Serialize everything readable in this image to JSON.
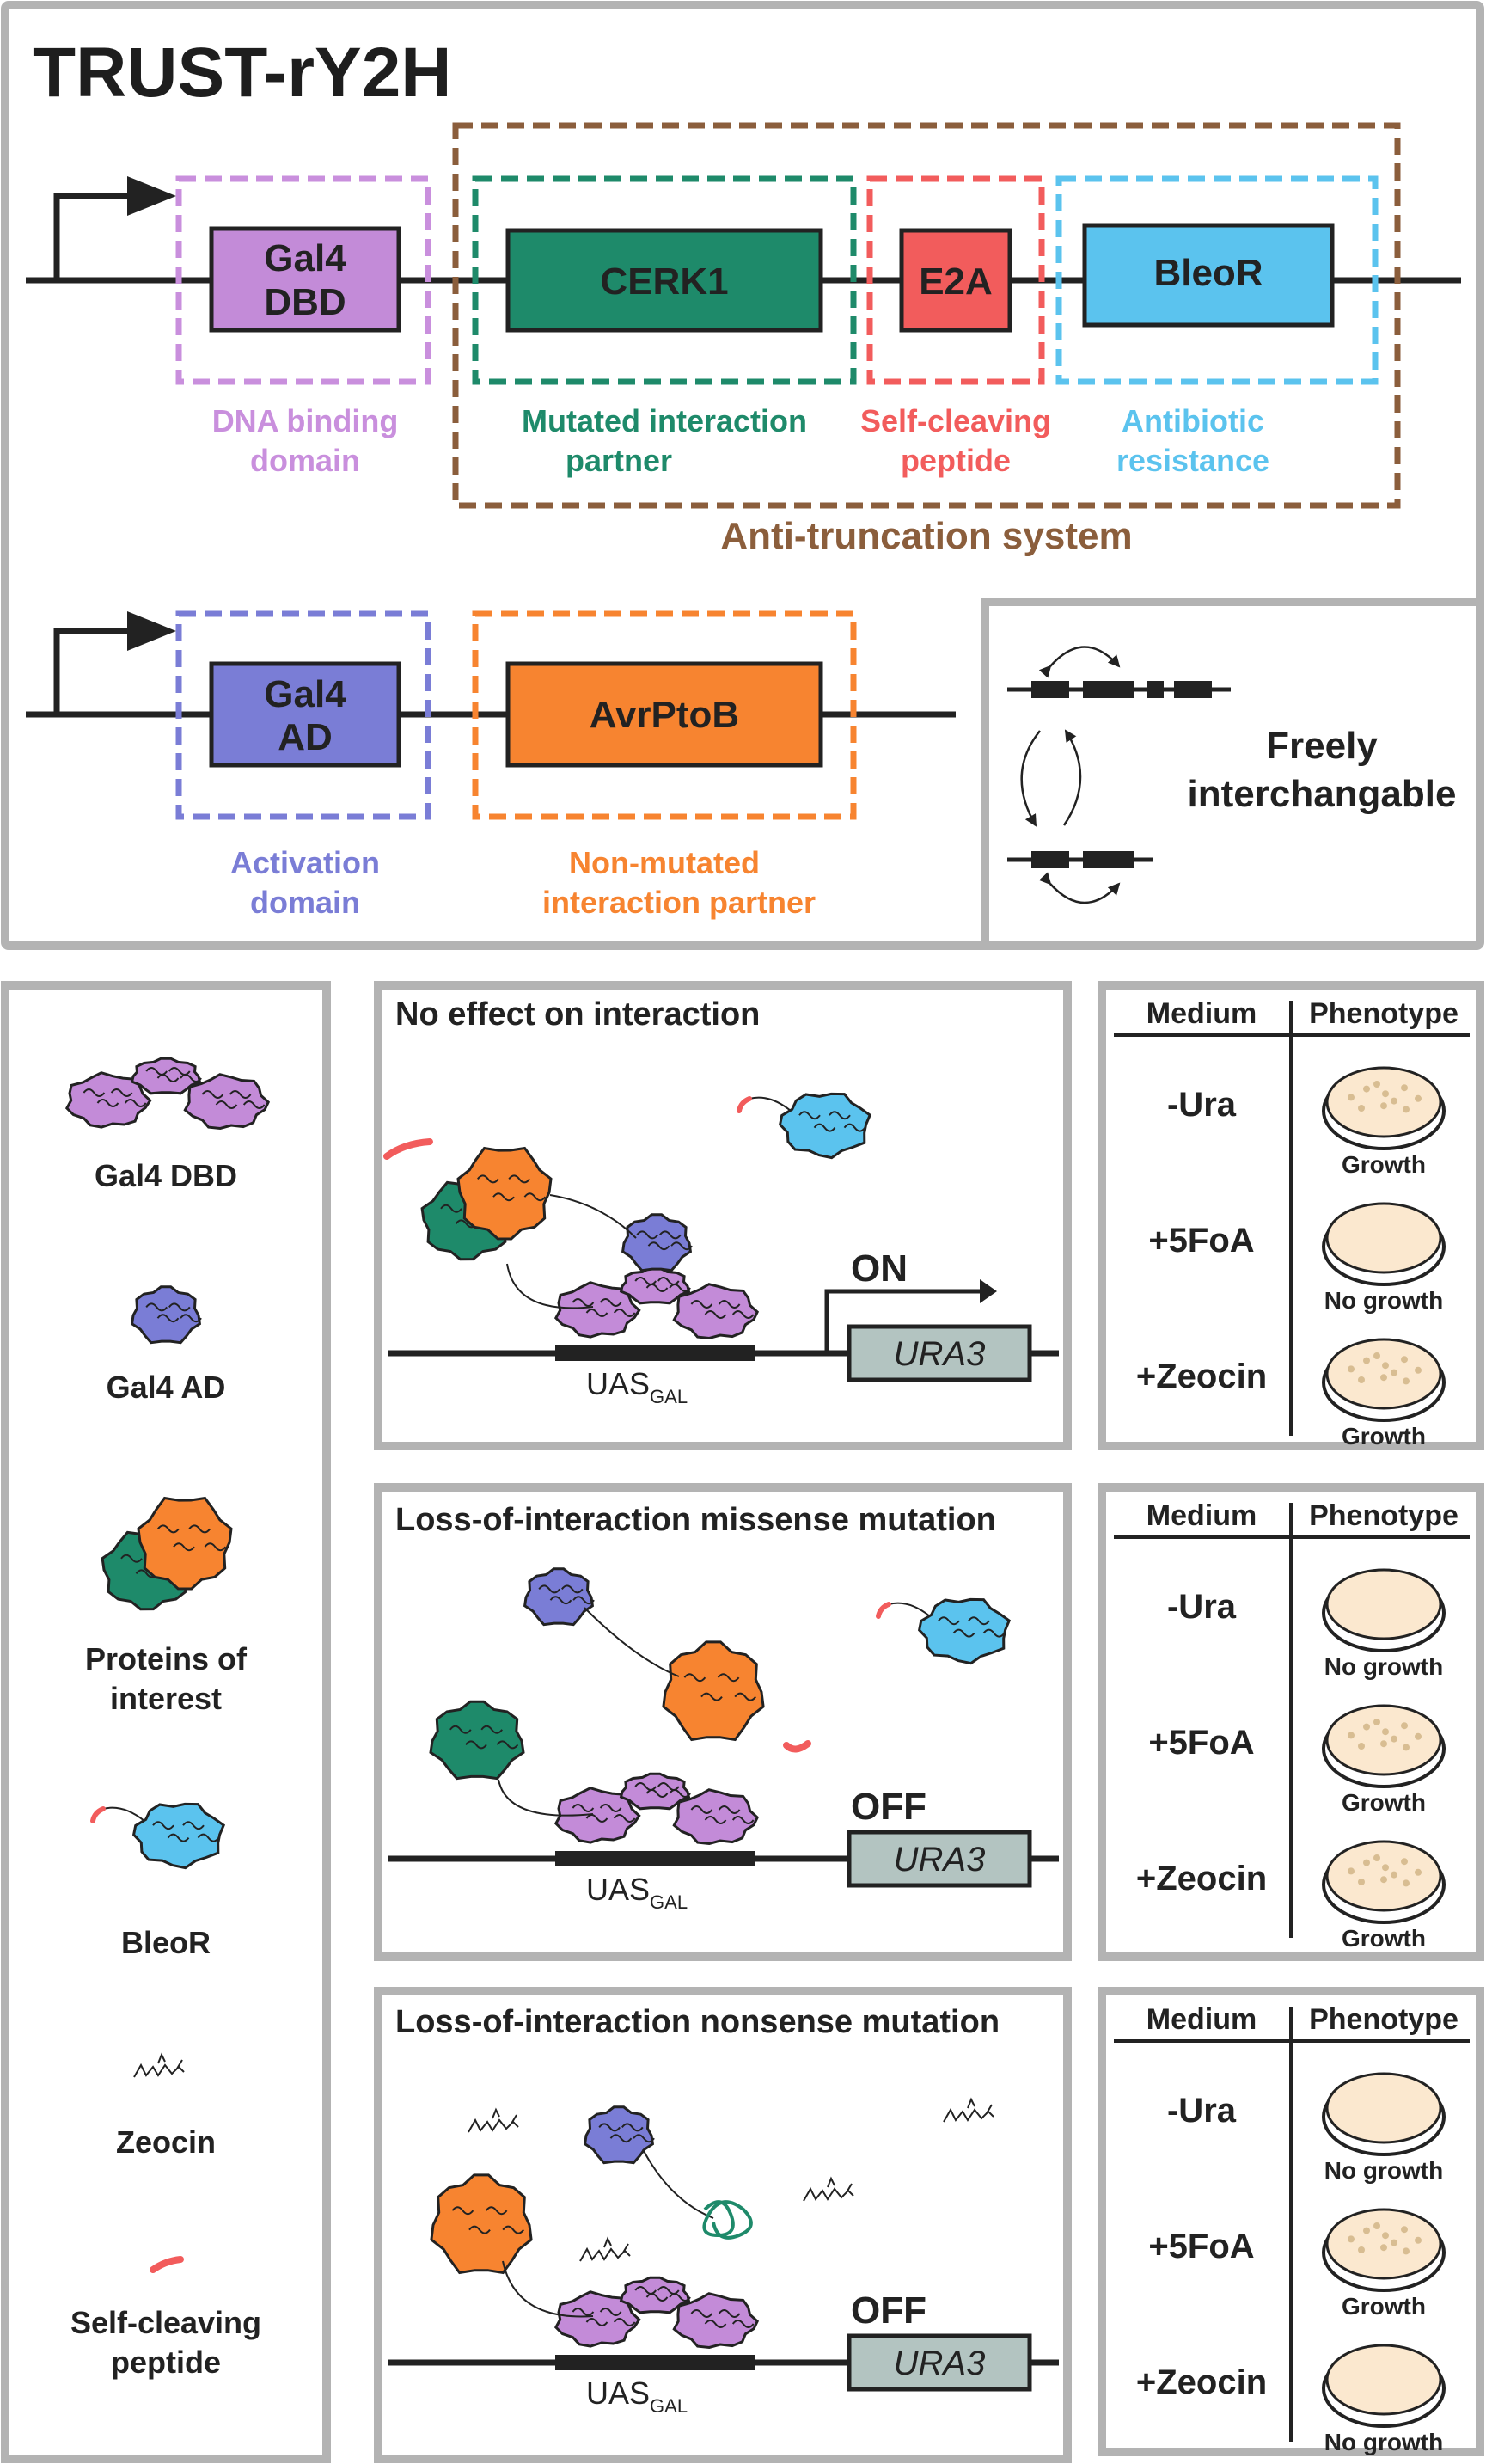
{
  "colors": {
    "panel_border": "#b3b3b3",
    "gal4_dbd": "#c38bd8",
    "gal4_dbd_outline": "#c98fdd",
    "cerk1": "#1e8a6a",
    "e2a": "#f25c5c",
    "bleor": "#5bc3ee",
    "gal4_ad": "#7a7dd6",
    "avrptob": "#f78430",
    "anti_truncation": "#8b5e3c",
    "ura3": "#b3c4c1",
    "plate_fill": "#fbe8cf",
    "colony": "#d8bd92"
  },
  "title": "TRUST-rY2H",
  "construct1": {
    "boxes": {
      "gal4_dbd_line1": "Gal4",
      "gal4_dbd_line2": "DBD",
      "cerk1": "CERK1",
      "e2a": "E2A",
      "bleor": "BleoR"
    },
    "labels": {
      "dbd_line1": "DNA binding",
      "dbd_line2": "domain",
      "mutated_line1": "Mutated interaction",
      "mutated_line2": "partner",
      "selfcleave_line1": "Self-cleaving",
      "selfcleave_line2": "peptide",
      "antibiotic_line1": "Antibiotic",
      "antibiotic_line2": "resistance"
    },
    "anti_truncation": "Anti-truncation system"
  },
  "construct2": {
    "boxes": {
      "gal4_ad_line1": "Gal4",
      "gal4_ad_line2": "AD",
      "avrptob": "AvrPtoB"
    },
    "labels": {
      "ad_line1": "Activation",
      "ad_line2": "domain",
      "nonmut_line1": "Non-mutated",
      "nonmut_line2": "interaction partner"
    }
  },
  "interchange": {
    "line1": "Freely",
    "line2": "interchangable"
  },
  "legend": {
    "gal4_dbd": "Gal4 DBD",
    "gal4_ad": "Gal4 AD",
    "poi_line1": "Proteins of",
    "poi_line2": "interest",
    "bleor": "BleoR",
    "zeocin": "Zeocin",
    "peptide_line1": "Self-cleaving",
    "peptide_line2": "peptide"
  },
  "scenarios": [
    {
      "title": "No effect on interaction",
      "state": "ON",
      "uas": "UAS",
      "uas_sub": "GAL",
      "gene": "URA3",
      "table": {
        "header_medium": "Medium",
        "header_phenotype": "Phenotype",
        "rows": [
          {
            "medium": "-Ura",
            "phenotype": "Growth"
          },
          {
            "medium": "+5FoA",
            "phenotype": "No growth"
          },
          {
            "medium": "+Zeocin",
            "phenotype": "Growth"
          }
        ]
      }
    },
    {
      "title": "Loss-of-interaction missense mutation",
      "state": "OFF",
      "uas": "UAS",
      "uas_sub": "GAL",
      "gene": "URA3",
      "table": {
        "header_medium": "Medium",
        "header_phenotype": "Phenotype",
        "rows": [
          {
            "medium": "-Ura",
            "phenotype": "No growth"
          },
          {
            "medium": "+5FoA",
            "phenotype": "Growth"
          },
          {
            "medium": "+Zeocin",
            "phenotype": "Growth"
          }
        ]
      }
    },
    {
      "title": "Loss-of-interaction nonsense mutation",
      "state": "OFF",
      "uas": "UAS",
      "uas_sub": "GAL",
      "gene": "URA3",
      "table": {
        "header_medium": "Medium",
        "header_phenotype": "Phenotype",
        "rows": [
          {
            "medium": "-Ura",
            "phenotype": "No growth"
          },
          {
            "medium": "+5FoA",
            "phenotype": "Growth"
          },
          {
            "medium": "+Zeocin",
            "phenotype": "No growth"
          }
        ]
      }
    }
  ]
}
